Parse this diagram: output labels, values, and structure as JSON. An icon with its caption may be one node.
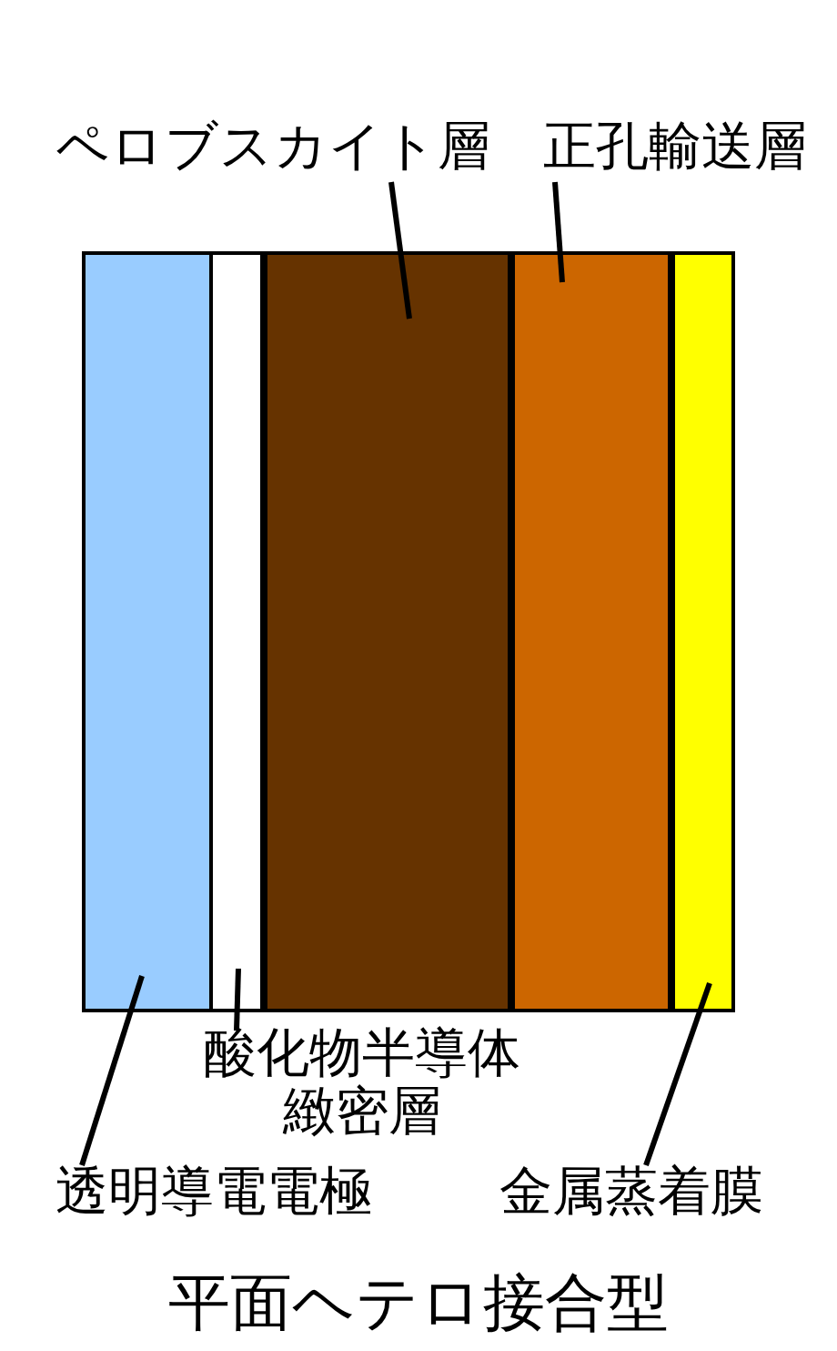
{
  "diagram": {
    "caption": "平面ヘテロ接合型",
    "nodes": [
      {
        "text": [
          "ペロブスカイト層"
        ]
      },
      {
        "text": [
          "正孔輸送層"
        ]
      },
      {
        "text": [],
        "shape": "bar"
      },
      {
        "text": [],
        "shape": "bar"
      },
      {
        "text": [],
        "shape": "bar"
      },
      {
        "text": [],
        "shape": "bar"
      },
      {
        "text": [],
        "shape": "bar"
      },
      {
        "text": [
          "酸化物半導体緻密層"
        ]
      },
      {
        "text": [
          "透明導電電極"
        ]
      },
      {
        "text": [
          "金属蒸着膜"
        ]
      }
    ],
    "edges": [
      {
        "from": 0,
        "to": 4,
        "arrow": "none"
      },
      {
        "from": 1,
        "to": 5,
        "arrow": "none"
      },
      {
        "from": 7,
        "to": 3,
        "arrow": "none"
      },
      {
        "from": 8,
        "to": 2,
        "arrow": "none"
      },
      {
        "from": 9,
        "to": 6,
        "arrow": "none"
      }
    ]
  }
}
